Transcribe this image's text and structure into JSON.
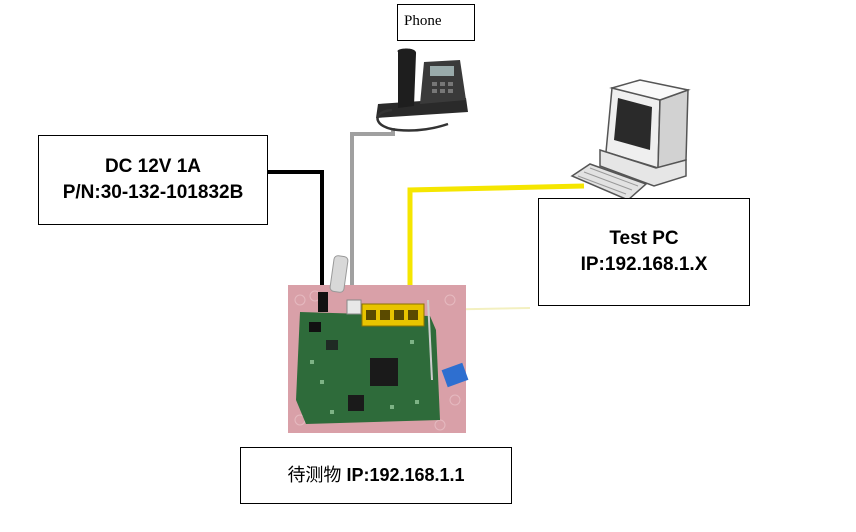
{
  "phone": {
    "label": "Phone"
  },
  "power_supply": {
    "line1": "DC 12V 1A",
    "line2": "P/N:30-132-101832B"
  },
  "test_pc": {
    "title": "Test PC",
    "ip": "IP:192.168.1.X"
  },
  "dut": {
    "name": "待测物",
    "ip": "IP:192.168.1.1"
  },
  "colors": {
    "power_cable": "#000000",
    "phone_cable": "#a0a0a0",
    "lan_cable": "#f5e600",
    "board_green": "#2e6b3a",
    "background_mat": "#d9a0a8"
  }
}
